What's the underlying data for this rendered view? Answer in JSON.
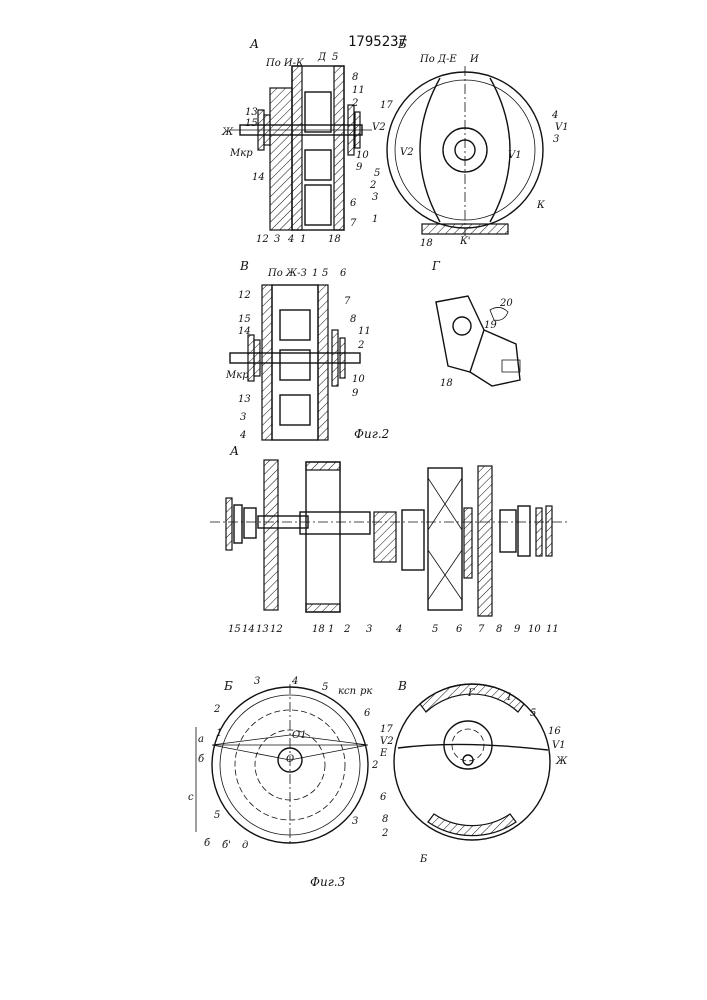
{
  "document": {
    "patent_number": "1795237",
    "caption_fig2": "Фиг.2",
    "caption_fig3": "Фиг.3"
  },
  "fig2": {
    "view_A": {
      "letter": "А",
      "section": "По И-К",
      "labels": [
        "13",
        "15",
        "14",
        "8",
        "11",
        "2",
        "10",
        "9",
        "6",
        "7",
        "12",
        "3",
        "4",
        "1",
        "18",
        "Ж",
        "Мкр",
        "Д",
        "5"
      ]
    },
    "view_B": {
      "letter": "Б",
      "section": "По Д-Е",
      "labels": [
        "И",
        "17",
        "V2",
        "V2",
        "V1",
        "4",
        "V1",
        "3",
        "5",
        "2",
        "3",
        "1",
        "К",
        "18",
        "К'"
      ]
    },
    "view_V": {
      "letter": "В",
      "section": "По Ж-З",
      "labels": [
        "1",
        "5",
        "6",
        "12",
        "7",
        "15",
        "14",
        "8",
        "11",
        "2",
        "Мкр",
        "13",
        "3",
        "4",
        "10",
        "9"
      ]
    },
    "view_G": {
      "letter": "Г",
      "labels": [
        "20",
        "19",
        "18"
      ]
    }
  },
  "fig3": {
    "view_A": {
      "letter": "А",
      "labels": [
        "15",
        "14",
        "13",
        "12",
        "18",
        "1",
        "2",
        "3",
        "4",
        "5",
        "6",
        "7",
        "8",
        "9",
        "10",
        "11"
      ]
    },
    "view_B": {
      "letter": "Б",
      "labels": [
        "3",
        "4",
        "5",
        "ксп",
        "рк",
        "2",
        "6",
        "1",
        "О1",
        "О",
        "2",
        "а",
        "б",
        "с",
        "5",
        "3",
        "б",
        "б'",
        "д"
      ]
    },
    "view_V": {
      "letter": "В",
      "labels": [
        "Г",
        "1",
        "5",
        "16",
        "17",
        "V2",
        "E",
        "V1",
        "Ж",
        "6",
        "8",
        "2",
        "Б"
      ]
    }
  }
}
